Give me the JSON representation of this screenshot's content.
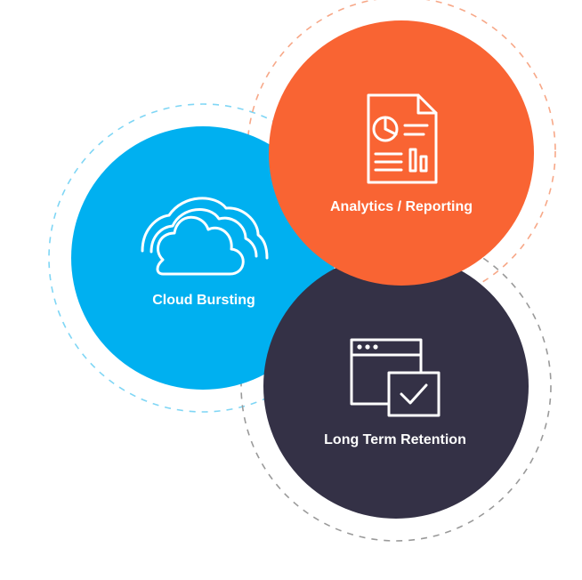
{
  "diagram": {
    "nodes": [
      {
        "id": "cloud",
        "label": "Cloud Bursting",
        "icon": "cloud-icon",
        "color": "#00b0f0",
        "ring_color": "#7fd6f5"
      },
      {
        "id": "analytics",
        "label": "Analytics / Reporting",
        "icon": "report-document-icon",
        "color": "#f96433",
        "ring_color": "#f7a888"
      },
      {
        "id": "retention",
        "label": "Long Term Retention",
        "icon": "window-check-icon",
        "color": "#343146",
        "ring_color": "#9a9a9a"
      }
    ]
  }
}
